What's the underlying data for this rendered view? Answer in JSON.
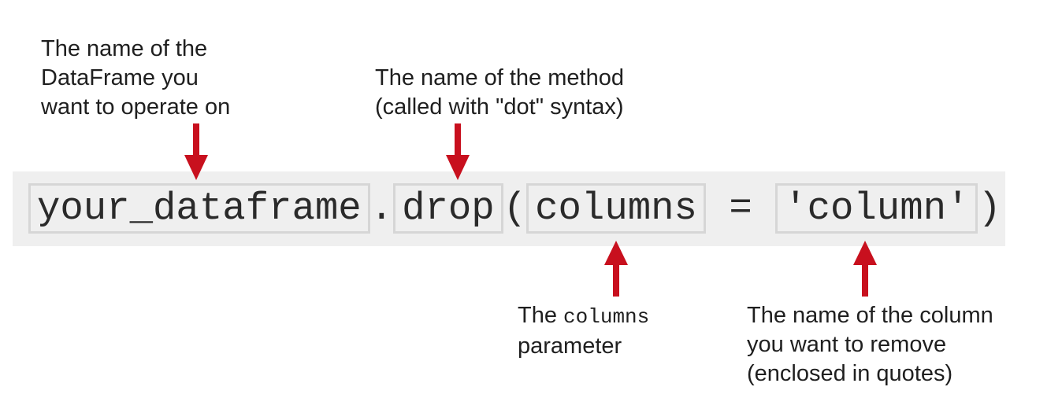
{
  "annotations": {
    "dataframe": {
      "lines": [
        "The name of the",
        "DataFrame you",
        "want to operate on"
      ]
    },
    "method": {
      "lines": [
        "The name of the method",
        "(called with \"dot\" syntax)"
      ]
    },
    "columns_param": {
      "prefix": "The ",
      "code": "columns",
      "line2": "parameter"
    },
    "column_name": {
      "lines": [
        "The name of the column",
        "you want to remove",
        "(enclosed in quotes)"
      ]
    }
  },
  "code": {
    "dataframe": "your_dataframe",
    "dot": ".",
    "method": "drop",
    "open_paren": "(",
    "param": "columns",
    "equals": " = ",
    "value": "'column'",
    "close_paren": ")"
  },
  "colors": {
    "arrow": "#c8101e",
    "code_background": "#efefef",
    "box_border": "#d6d6d6"
  }
}
